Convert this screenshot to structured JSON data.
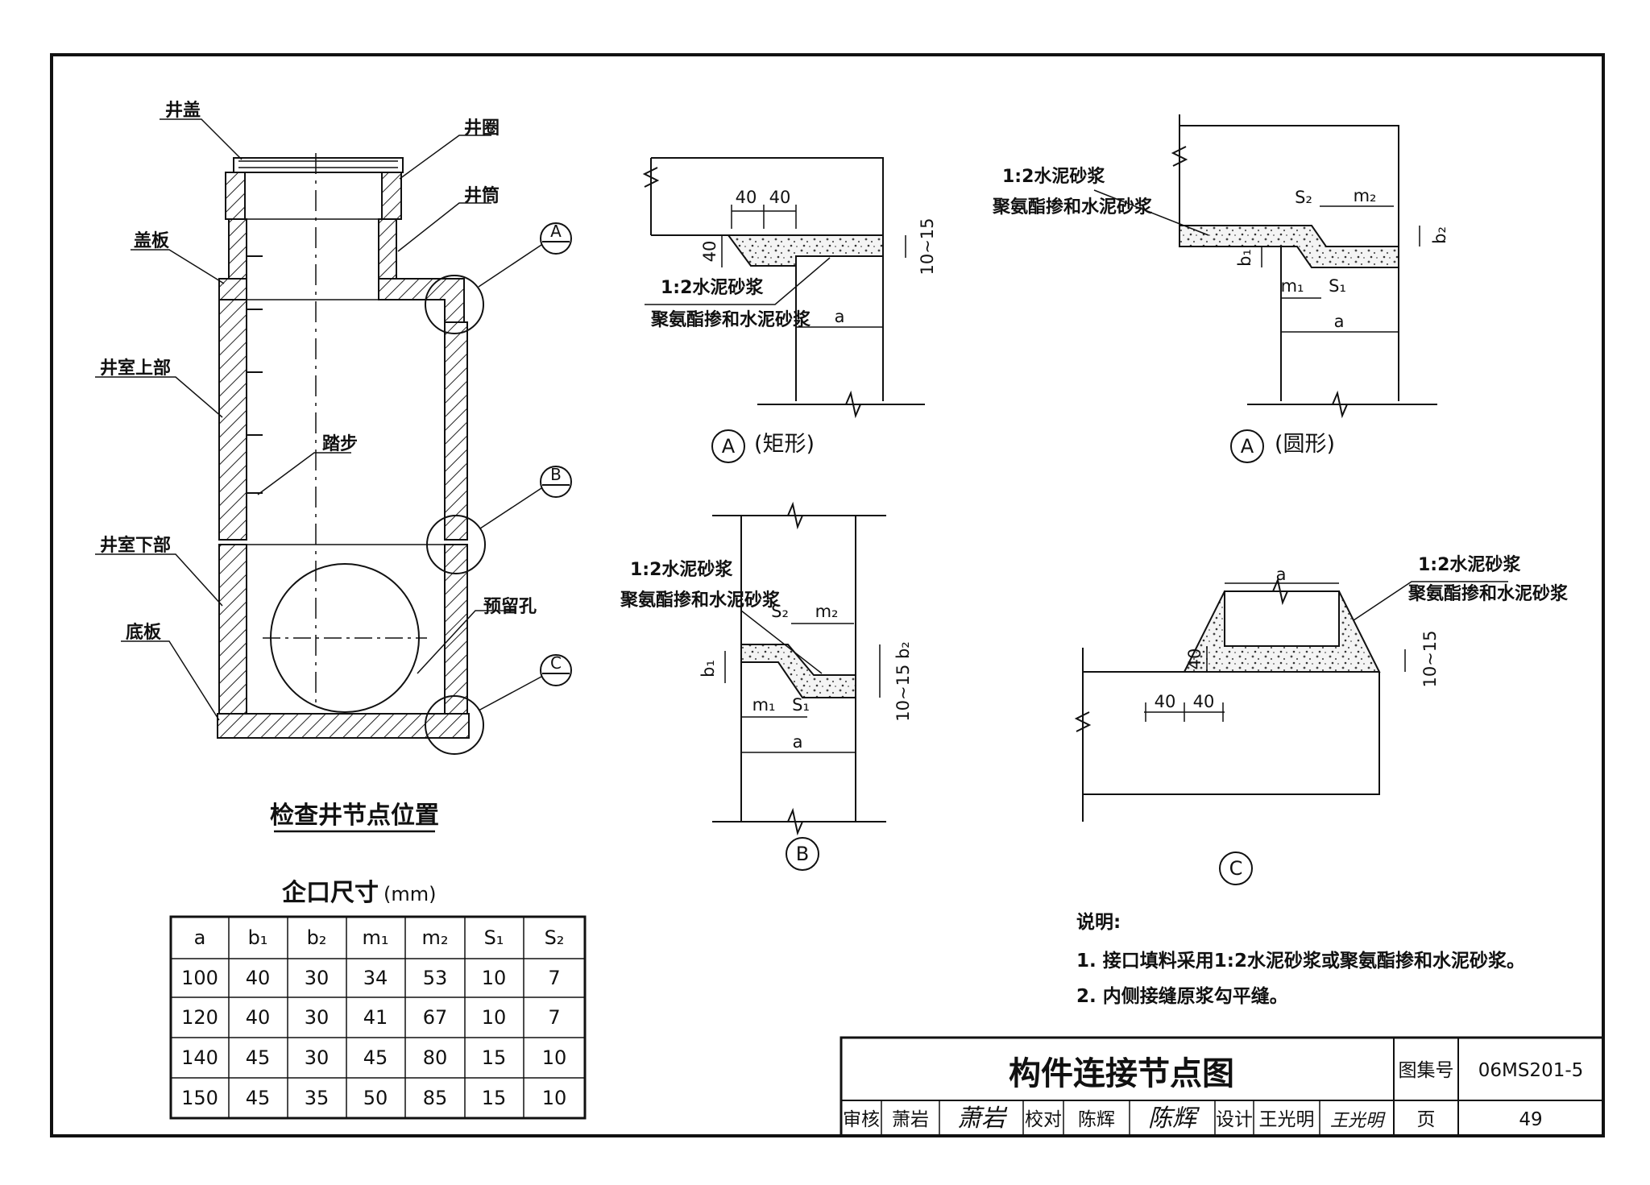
{
  "manhole": {
    "labels": {
      "cover": "井盖",
      "ring": "井圈",
      "shaft": "井筒",
      "cover_slab": "盖板",
      "chamber_upper": "井室上部",
      "step": "踏步",
      "chamber_lower": "井室下部",
      "reserved_hole": "预留孔",
      "base_slab": "底板"
    },
    "markers": [
      "A",
      "B",
      "C"
    ],
    "caption": "检查井节点位置"
  },
  "table": {
    "title": "企口尺寸",
    "unit": "(mm)",
    "headers": [
      "a",
      "b₁",
      "b₂",
      "m₁",
      "m₂",
      "S₁",
      "S₂"
    ],
    "rows": [
      [
        "100",
        "40",
        "30",
        "34",
        "53",
        "10",
        "7"
      ],
      [
        "120",
        "40",
        "30",
        "41",
        "67",
        "10",
        "7"
      ],
      [
        "140",
        "45",
        "30",
        "45",
        "80",
        "15",
        "10"
      ],
      [
        "150",
        "45",
        "35",
        "50",
        "85",
        "15",
        "10"
      ]
    ]
  },
  "detail_a_rect": {
    "dims": [
      "40",
      "40",
      "40",
      "10~15",
      "a"
    ],
    "mortar": "1:2水泥砂浆",
    "poly": "聚氨酯掺和水泥砂浆",
    "marker": "A",
    "caption": "(矩形)"
  },
  "detail_a_round": {
    "mortar": "1:2水泥砂浆",
    "poly": "聚氨酯掺和水泥砂浆",
    "s2": "S₂",
    "m2": "m₂",
    "b2": "b₂",
    "b1": "b₁",
    "m1": "m₁",
    "s1": "S₁",
    "a": "a",
    "marker": "A",
    "caption": "(圆形)"
  },
  "detail_b": {
    "mortar": "1:2水泥砂浆",
    "poly": "聚氨酯掺和水泥砂浆",
    "s2": "S₂",
    "m2": "m₂",
    "b1": "b₁",
    "b2": "10~15 b₂",
    "m1": "m₁",
    "s1": "S₁",
    "a": "a",
    "marker": "B"
  },
  "detail_c": {
    "mortar": "1:2水泥砂浆",
    "poly": "聚氨酯掺和水泥砂浆",
    "a": "a",
    "d40v": "40",
    "d1015": "10~15",
    "d40a": "40",
    "d40b": "40",
    "marker": "C"
  },
  "notes": {
    "heading": "说明:",
    "items": [
      "1. 接口填料采用1:2水泥砂浆或聚氨酯掺和水泥砂浆。",
      "2. 内侧接缝原浆勾平缝。"
    ]
  },
  "title_block": {
    "title": "构件连接节点图",
    "atlas_label": "图集号",
    "atlas_no": "06MS201-5",
    "review_label": "审核",
    "reviewer": "萧岩",
    "reviewer_sig": "萧岩",
    "check_label": "校对",
    "checker": "陈辉",
    "checker_sig": "陈辉",
    "design_label": "设计",
    "designer": "王光明",
    "designer_sig": "王光明",
    "page_label": "页",
    "page_no": "49"
  }
}
